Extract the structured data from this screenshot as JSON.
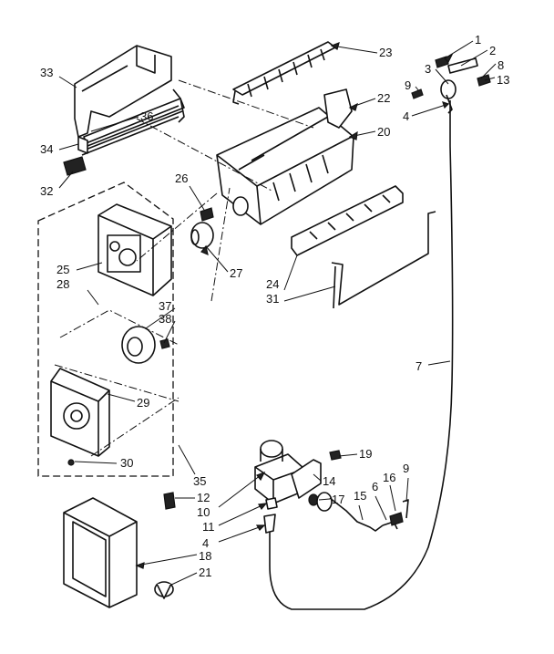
{
  "callouts": [
    {
      "id": "c1",
      "text": "1"
    },
    {
      "id": "c2",
      "text": "2"
    },
    {
      "id": "c8",
      "text": "8"
    },
    {
      "id": "c3",
      "text": "3"
    },
    {
      "id": "c13",
      "text": "13"
    },
    {
      "id": "c9a",
      "text": "9"
    },
    {
      "id": "c4a",
      "text": "4"
    },
    {
      "id": "c23",
      "text": "23"
    },
    {
      "id": "c22",
      "text": "22"
    },
    {
      "id": "c20",
      "text": "20"
    },
    {
      "id": "c33",
      "text": "33"
    },
    {
      "id": "c36",
      "text": "36"
    },
    {
      "id": "c34",
      "text": "34"
    },
    {
      "id": "c32",
      "text": "32"
    },
    {
      "id": "c26",
      "text": "26"
    },
    {
      "id": "c27",
      "text": "27"
    },
    {
      "id": "c25",
      "text": "25"
    },
    {
      "id": "c28",
      "text": "28"
    },
    {
      "id": "c24",
      "text": "24"
    },
    {
      "id": "c31",
      "text": "31"
    },
    {
      "id": "c37",
      "text": "37"
    },
    {
      "id": "c38",
      "text": "38"
    },
    {
      "id": "c29",
      "text": "29"
    },
    {
      "id": "c30",
      "text": "30"
    },
    {
      "id": "c7",
      "text": "7"
    },
    {
      "id": "c19",
      "text": "19"
    },
    {
      "id": "c35",
      "text": "35"
    },
    {
      "id": "c14",
      "text": "14"
    },
    {
      "id": "c17",
      "text": "17"
    },
    {
      "id": "c12",
      "text": "12"
    },
    {
      "id": "c10",
      "text": "10"
    },
    {
      "id": "c15",
      "text": "15"
    },
    {
      "id": "c6",
      "text": "6"
    },
    {
      "id": "c16",
      "text": "16"
    },
    {
      "id": "c9b",
      "text": "9"
    },
    {
      "id": "c11",
      "text": "11"
    },
    {
      "id": "c4b",
      "text": "4"
    },
    {
      "id": "c18",
      "text": "18"
    },
    {
      "id": "c21",
      "text": "21"
    }
  ]
}
